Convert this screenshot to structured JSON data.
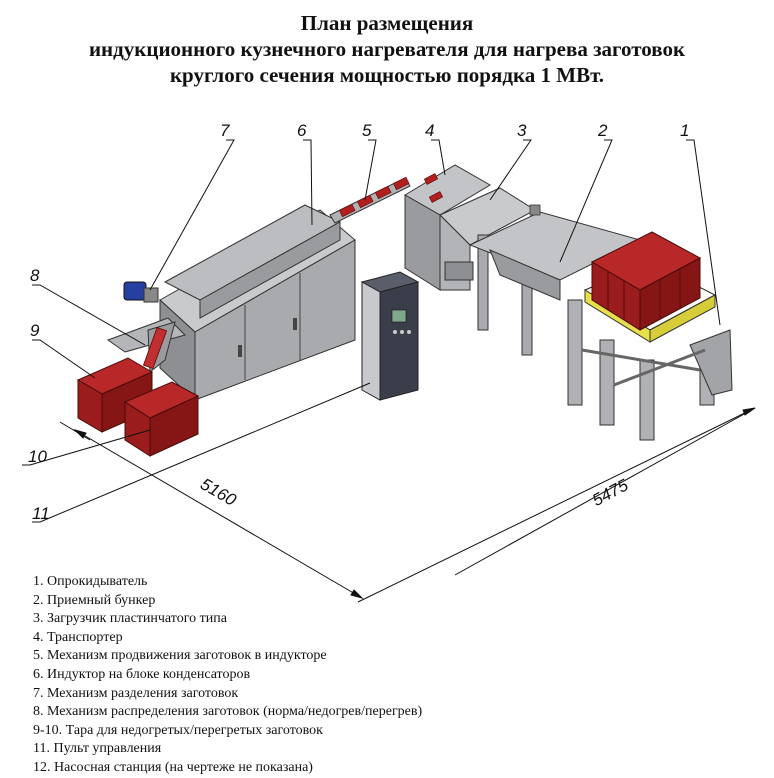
{
  "title": {
    "line1": "План размещения",
    "line2": "индукционного кузнечного нагревателя для нагрева заготовок",
    "line3": "круглого сечения мощностью порядка 1 МВт."
  },
  "callouts": {
    "c1": "1",
    "c2": "2",
    "c3": "3",
    "c4": "4",
    "c5": "5",
    "c6": "6",
    "c7": "7",
    "c8": "8",
    "c9": "9",
    "c10": "10",
    "c11": "11"
  },
  "dimensions": {
    "width": "5160",
    "length": "5475"
  },
  "legend": [
    "1. Опрокидыватель",
    "2. Приемный бункер",
    "3. Загрузчик пластинчатого типа",
    "4. Транспортер",
    "5. Механизм продвижения заготовок в индукторе",
    "6. Индуктор на блоке конденсаторов",
    "7. Механизм разделения заготовок",
    "8. Механизм распределения заготовок (норма/недогрев/перегрев)",
    "9-10. Тара для недогретых/перегретых заготовок",
    "11. Пульт управления",
    "12. Насосная станция (на чертеже не показана)"
  ],
  "colors": {
    "equipment_gray": "#a9aaad",
    "bin_red": "#9b1c1c",
    "frame_yellow": "#e8e04a",
    "panel_dark": "#3a3d4a",
    "motor_blue": "#2540a0"
  }
}
